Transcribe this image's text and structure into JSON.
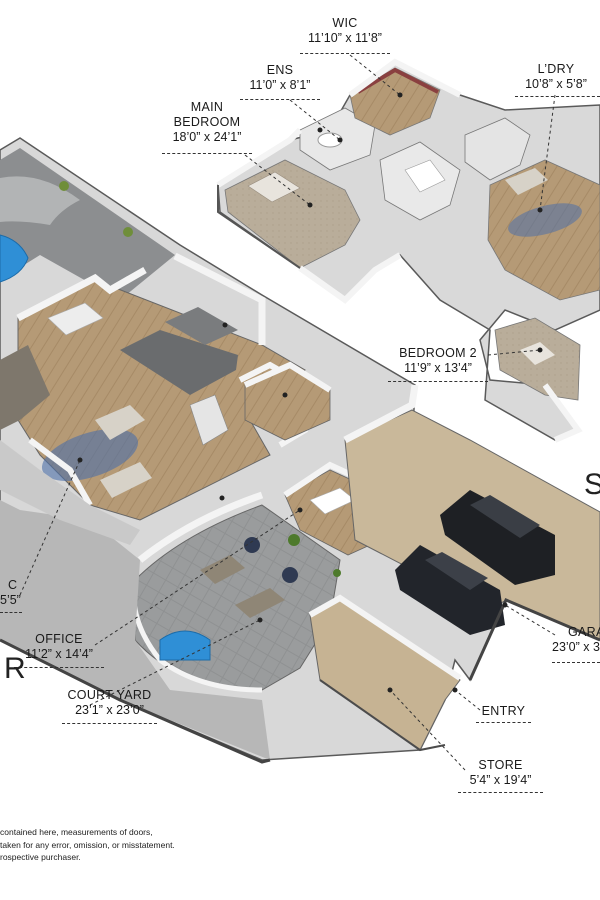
{
  "rooms": {
    "wic": {
      "name": "WIC",
      "dims": "11’10” x 11’8”"
    },
    "ens": {
      "name": "ENS",
      "dims": "11’0” x 8’1”"
    },
    "main_bedroom": {
      "name_line1": "MAIN",
      "name_line2": "BEDROOM",
      "dims": "18’0” x 24’1”"
    },
    "ldry": {
      "name": "L’DRY",
      "dims": "10’8” x 5’8”"
    },
    "bedroom2": {
      "name": "BEDROOM 2",
      "dims": "11’9” x 13’4”"
    },
    "office": {
      "name": "OFFICE",
      "dims": "11’2” x 14’4”"
    },
    "court_yard": {
      "name": "COURT YARD",
      "dims": "23’1” x 23’0”"
    },
    "entry": {
      "name": "ENTRY"
    },
    "store": {
      "name": "STORE",
      "dims": "5’4” x 19’4”"
    },
    "garage": {
      "name": "GARA",
      "dims": "23’0” x 3"
    },
    "left_partial": {
      "name": "C",
      "dims": "5’5”"
    }
  },
  "edge_letters": {
    "right": "S",
    "left": "R"
  },
  "disclaimer": {
    "line1": "contained here, measurements of doors,",
    "line2": "taken for any error, omission, or misstatement.",
    "line3": "rospective purchaser."
  }
}
